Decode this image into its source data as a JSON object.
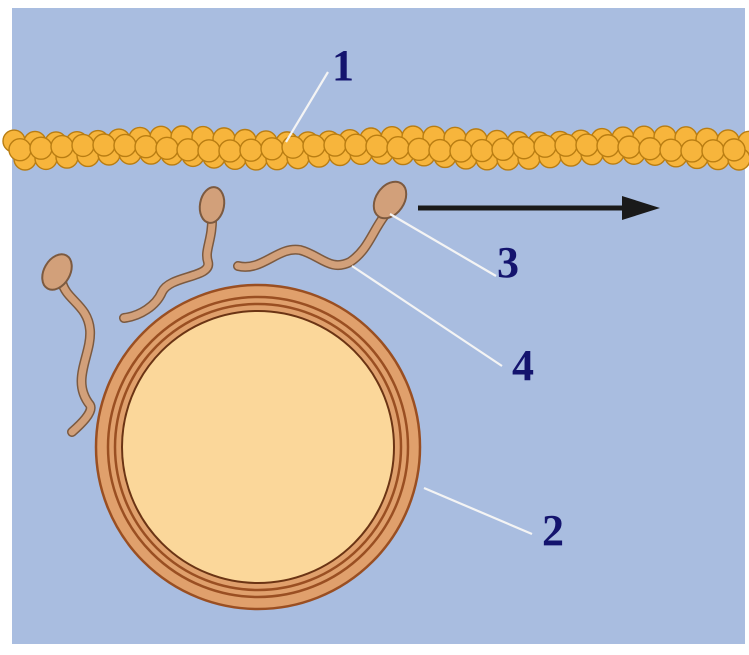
{
  "diagram": {
    "labels": [
      {
        "id": "1",
        "text": "1"
      },
      {
        "id": "2",
        "text": "2"
      },
      {
        "id": "3",
        "text": "3"
      },
      {
        "id": "4",
        "text": "4"
      }
    ]
  },
  "colors": {
    "background": "#a9bde0",
    "cell_layer": "#f7b53c",
    "egg_cytoplasm": "#fbd79a",
    "zona": "#e0a06c",
    "membrane_line": "#9a4f22",
    "sperm": "#d2a07a",
    "arrow": "#1a1a1a",
    "label_text": "#14146e"
  }
}
